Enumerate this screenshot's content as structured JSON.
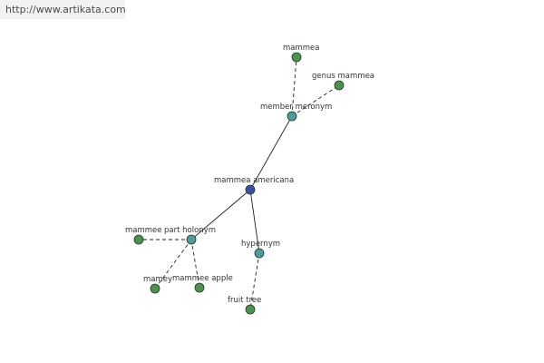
{
  "source_url": "http://www.artikata.com",
  "colors": {
    "edge": "#222222",
    "center_node": "#3b4fa0",
    "relation_node": "#4f9a9a",
    "leaf_node": "#4f8f4f",
    "node_stroke": "#1f3a2a"
  },
  "nodes": [
    {
      "id": "mammea-americana",
      "label": "mammea americana",
      "kind": "center"
    },
    {
      "id": "member-meronym",
      "label": "member meronym",
      "kind": "relation"
    },
    {
      "id": "part-holonym",
      "label": "part holonym",
      "kind": "relation"
    },
    {
      "id": "hypernym",
      "label": "hypernym",
      "kind": "relation"
    },
    {
      "id": "mammea",
      "label": "mammea",
      "kind": "leaf"
    },
    {
      "id": "genus-mammea",
      "label": "genus mammea",
      "kind": "leaf"
    },
    {
      "id": "mammee",
      "label": "mammee",
      "kind": "leaf"
    },
    {
      "id": "mamey",
      "label": "mamey",
      "kind": "leaf"
    },
    {
      "id": "mammee-apple",
      "label": "mammee apple",
      "kind": "leaf"
    },
    {
      "id": "fruit-tree",
      "label": "fruit tree",
      "kind": "leaf"
    }
  ],
  "edges": [
    {
      "from": "mammea-americana",
      "to": "member-meronym",
      "style": "solid"
    },
    {
      "from": "mammea-americana",
      "to": "part-holonym",
      "style": "solid"
    },
    {
      "from": "mammea-americana",
      "to": "hypernym",
      "style": "solid"
    },
    {
      "from": "member-meronym",
      "to": "mammea",
      "style": "dashed"
    },
    {
      "from": "member-meronym",
      "to": "genus-mammea",
      "style": "dashed"
    },
    {
      "from": "part-holonym",
      "to": "mammee",
      "style": "dashed"
    },
    {
      "from": "part-holonym",
      "to": "mamey",
      "style": "dashed"
    },
    {
      "from": "part-holonym",
      "to": "mammee-apple",
      "style": "dashed"
    },
    {
      "from": "hypernym",
      "to": "fruit-tree",
      "style": "dashed"
    }
  ]
}
